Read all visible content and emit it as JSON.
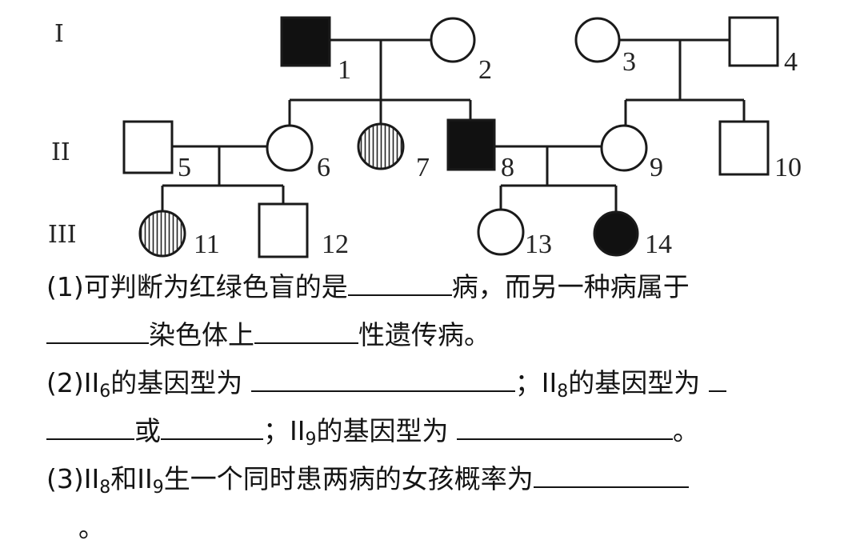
{
  "pedigree": {
    "generations": [
      "I",
      "II",
      "III"
    ],
    "individuals": [
      {
        "id": "1",
        "sex": "male",
        "fill": "solid"
      },
      {
        "id": "2",
        "sex": "female",
        "fill": "none"
      },
      {
        "id": "3",
        "sex": "female",
        "fill": "none"
      },
      {
        "id": "4",
        "sex": "male",
        "fill": "none"
      },
      {
        "id": "5",
        "sex": "male",
        "fill": "none"
      },
      {
        "id": "6",
        "sex": "female",
        "fill": "none"
      },
      {
        "id": "7",
        "sex": "female",
        "fill": "striped"
      },
      {
        "id": "8",
        "sex": "male",
        "fill": "solid"
      },
      {
        "id": "9",
        "sex": "female",
        "fill": "none"
      },
      {
        "id": "10",
        "sex": "male",
        "fill": "none"
      },
      {
        "id": "11",
        "sex": "female",
        "fill": "striped"
      },
      {
        "id": "12",
        "sex": "male",
        "fill": "none"
      },
      {
        "id": "13",
        "sex": "female",
        "fill": "none"
      },
      {
        "id": "14",
        "sex": "female",
        "fill": "solid"
      }
    ]
  },
  "questions": {
    "q1_a": "(1)可判断为红绿色盲的是",
    "q1_b": "病，而另一种病属于",
    "q1_c": "染色体上",
    "q1_d": "性遗传病。",
    "q2_a": "(2)II",
    "q2_sub6": "6",
    "q2_b": "的基因型为",
    "q2_c": "；II",
    "q2_sub8": "8",
    "q2_d": "的基因型为",
    "q2_e": "或",
    "q2_f": "；II",
    "q2_sub9": "9",
    "q2_g": "的基因型为",
    "q2_h": "。",
    "q3_a": "(3)II",
    "q3_sub8": "8",
    "q3_b": "和II",
    "q3_sub9": "9",
    "q3_c": "生一个同时患两病的女孩概率为",
    "q3_end": "。"
  }
}
